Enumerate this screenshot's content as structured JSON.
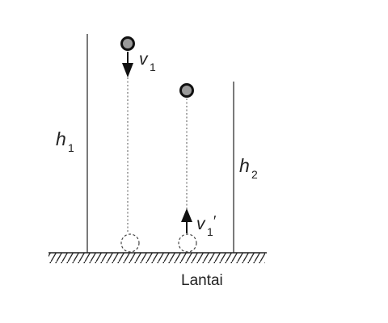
{
  "labels": {
    "h1_main": "h",
    "h1_sub": "1",
    "h2_main": "h",
    "h2_sub": "2",
    "v1_main": "v",
    "v1_sub": "1",
    "v1p_main": "v",
    "v1p_sub": "1",
    "v1p_prime": "′",
    "floor": "Lantai"
  },
  "colors": {
    "ink": "#222222",
    "dashed": "#555555",
    "ball_fill": "#9a9a9a"
  }
}
